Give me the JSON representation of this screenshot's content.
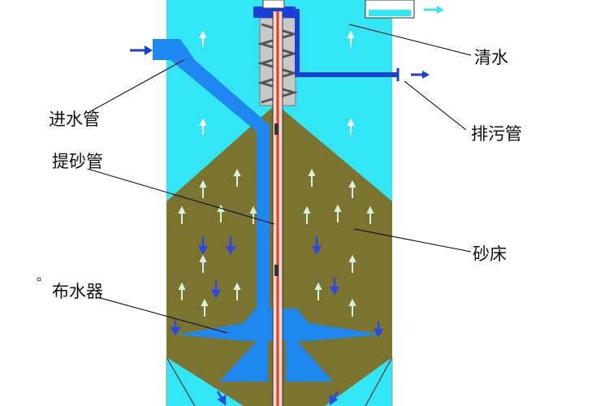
{
  "labels": {
    "clear_water": "清水",
    "inlet_pipe": "进水管",
    "drain_pipe": "排污管",
    "sand_lift_pipe": "提砂管",
    "sand_bed": "砂床",
    "water_distributor": "布水器"
  },
  "colors": {
    "water": "#33e6f5",
    "sand": "#7a7430",
    "pipe_blue": "#1e88f0",
    "drain_blue": "#1a3fd6",
    "arrow_blue": "#2a48e6",
    "lift_pipe_red": "#e0402a",
    "washer": "#c8c8c8",
    "outline": "#111111"
  }
}
